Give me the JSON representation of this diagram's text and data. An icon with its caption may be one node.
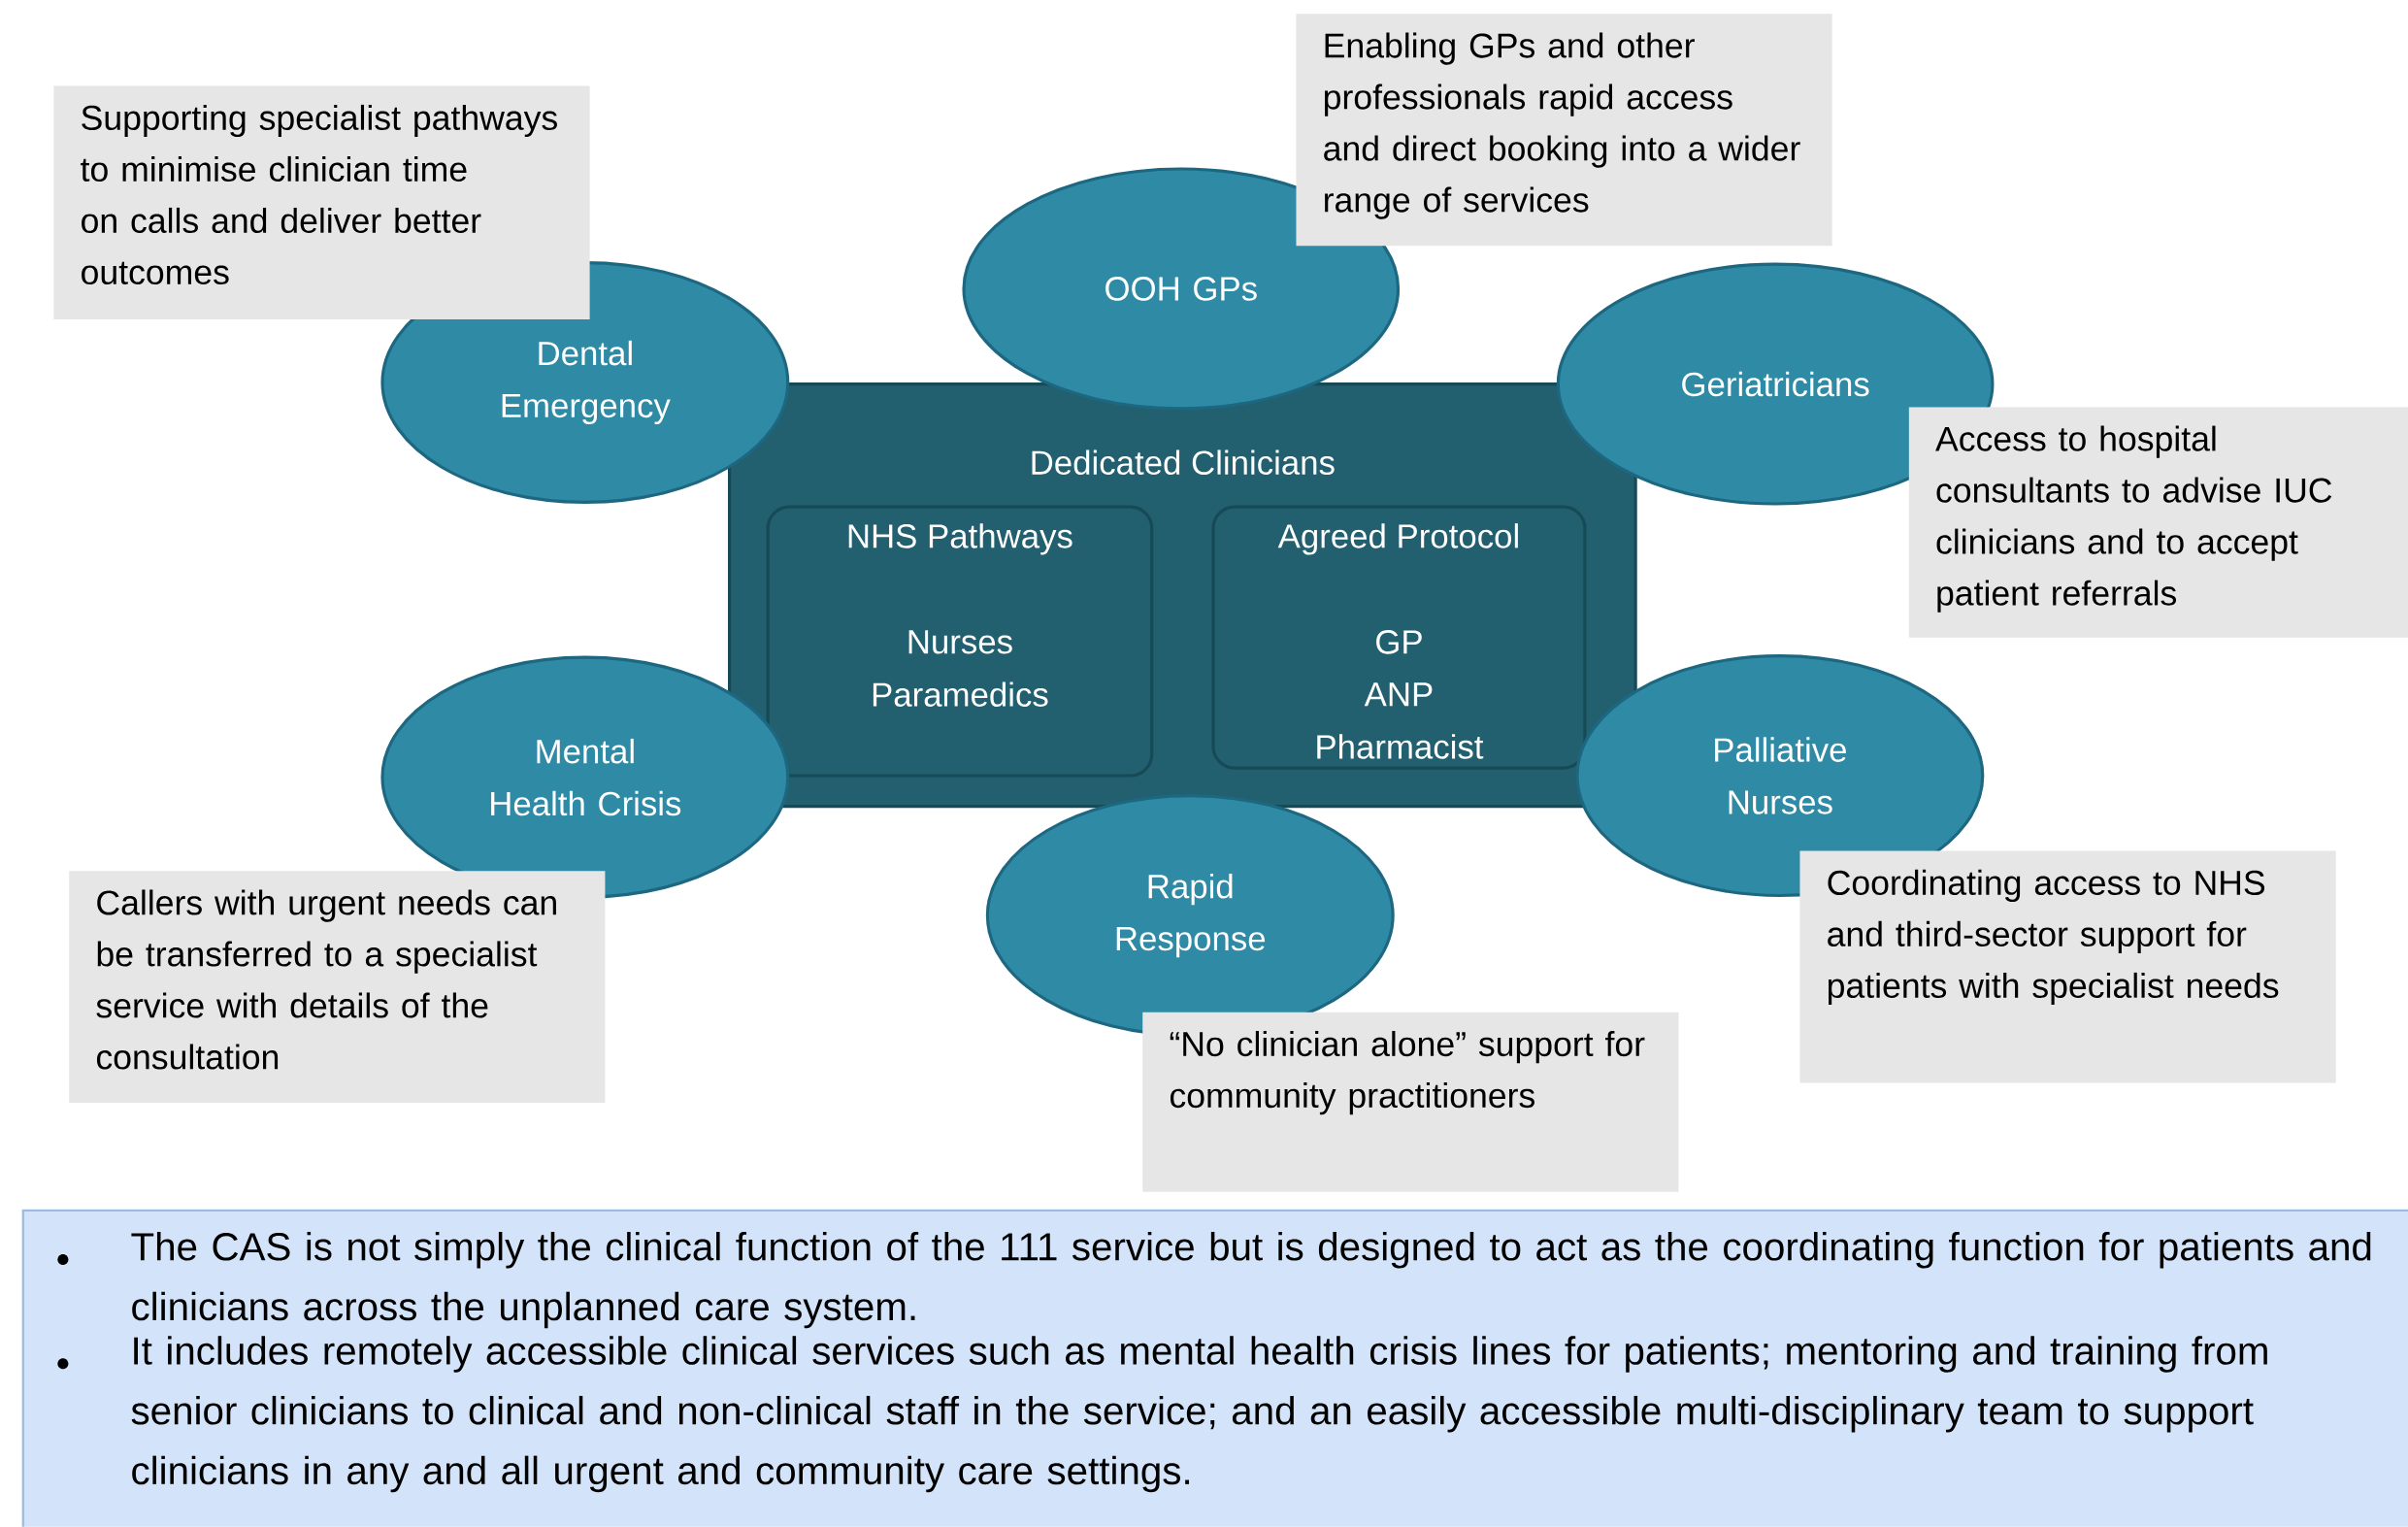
{
  "diagram": {
    "nodes": [
      {
        "text": [
          "Dedicated Clinicians"
        ]
      },
      {
        "text": [
          "NHS Pathways",
          "Nurses",
          "Paramedics"
        ],
        "in": 0
      },
      {
        "text": [
          "Agreed Protocol",
          "GP",
          "ANP",
          "Pharmacist"
        ],
        "in": 0
      },
      {
        "text": [
          "Dental Emergency"
        ]
      },
      {
        "text": [
          "OOH GPs"
        ]
      },
      {
        "text": [
          "Geriatricians"
        ]
      },
      {
        "text": [
          "Mental Health Crisis"
        ]
      },
      {
        "text": [
          "Palliative Nurses"
        ]
      },
      {
        "text": [
          "Rapid Response"
        ]
      },
      {
        "text": [
          "Supporting specialist pathways to minimise clinician time on calls and deliver better outcomes"
        ]
      },
      {
        "text": [
          "Enabling GPs and other professionals rapid access and direct booking into a wider range of services"
        ]
      },
      {
        "text": [
          "Access to hospital consultants to advise IUC clinicians and to accept patient referrals"
        ]
      },
      {
        "text": [
          "Callers with urgent needs can be transferred to a specialist service with details of the consultation"
        ]
      },
      {
        "text": [
          "Coordinating access to NHS and third-sector support for patients with specialist needs"
        ]
      },
      {
        "text": [
          "“No clinician alone” support for community practitioners"
        ]
      },
      {
        "text": [
          "The CAS is not simply the clinical function of the 111 service but is designed to act as the coordinating function for patients and clinicians across the unplanned care system.",
          "It includes remotely accessible clinical services such as mental health crisis lines for patients; mentoring and training from senior clinicians to clinical and non-clinical staff in the service; and an easily accessible multi-disciplinary team to support clinicians in any and all urgent and community care settings."
        ]
      }
    ]
  }
}
